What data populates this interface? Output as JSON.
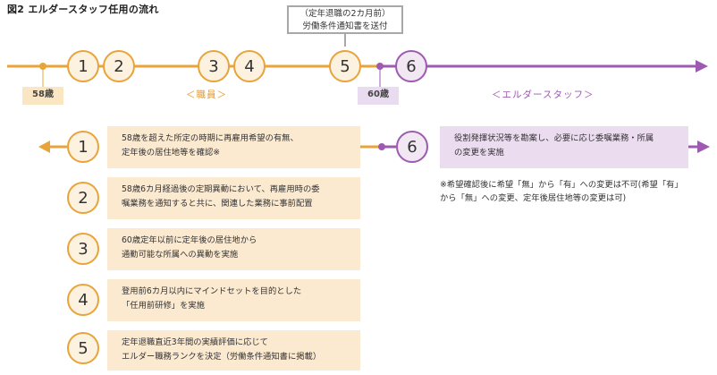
{
  "title": "図2 エルダースタッフ任用の流れ",
  "callout": {
    "line1": "（定年退職の2カ月前）",
    "line2": "労働条件通知書を送付"
  },
  "timeline": {
    "age_start": "58歳",
    "age_end": "60歳",
    "phase_staff": "＜職員＞",
    "phase_elder": "＜エルダースタッフ＞",
    "markers": [
      "1",
      "2",
      "3",
      "4",
      "5",
      "6"
    ]
  },
  "steps": [
    {
      "num": "1",
      "line1": "58歳を超えた所定の時期に再雇用希望の有無、",
      "line2": "定年後の居住地等を確認※"
    },
    {
      "num": "2",
      "line1": "58歳6カ月経過後の定期異動において、再雇用時の委",
      "line2": "嘱業務を通知すると共に、関連した業務に事前配置"
    },
    {
      "num": "3",
      "line1": "60歳定年以前に定年後の居住地から",
      "line2": "通勤可能な所属への異動を実施"
    },
    {
      "num": "4",
      "line1": "登用前6カ月以内にマインドセットを目的とした",
      "line2": "「任用前研修」を実施"
    },
    {
      "num": "5",
      "line1": "定年退職直近3年間の実績評価に応じて",
      "line2": "エルダー職務ランクを決定（労働条件通知書に掲載）"
    },
    {
      "num": "6",
      "line1": "役割発揮状況等を勘案し、必要に応じ委嘱業務・所属",
      "line2": "の変更を実施"
    }
  ],
  "note": {
    "line1": "※希望確認後に希望「無」から「有」への変更は不可(希望「有」",
    "line2": "から「無」への変更、定年後居住地等の変更は可)"
  },
  "colors": {
    "orange": "#e8a43a",
    "purple": "#9d5ab0",
    "orange_fill": "#fbe9d0",
    "purple_fill": "#ebdcf0"
  }
}
